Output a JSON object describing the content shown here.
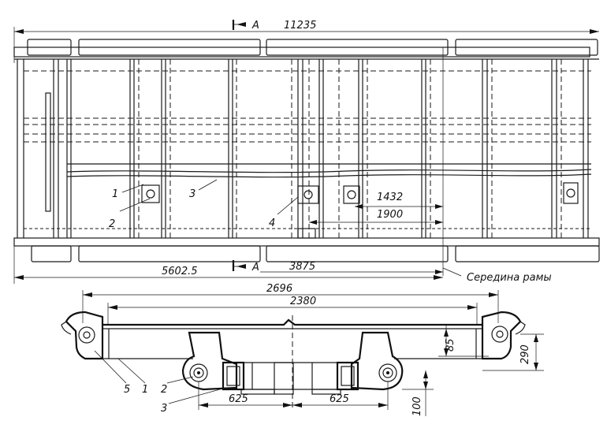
{
  "top_view": {
    "section_mark_top": "A",
    "section_mark_bottom": "A",
    "dim_total_length": "11235",
    "dim_half_length": "5602.5",
    "dim_3875": "3875",
    "dim_1432": "1432",
    "dim_1900": "1900",
    "frame_middle_label": "Середина рамы",
    "callouts": [
      "1",
      "2",
      "3",
      "4"
    ]
  },
  "section_view": {
    "dim_2696": "2696",
    "dim_2380": "2380",
    "dim_85": "85",
    "dim_290": "290",
    "dim_625_left": "625",
    "dim_625_right": "625",
    "dim_100": "100",
    "callouts": [
      "5",
      "1",
      "2",
      "3"
    ]
  }
}
